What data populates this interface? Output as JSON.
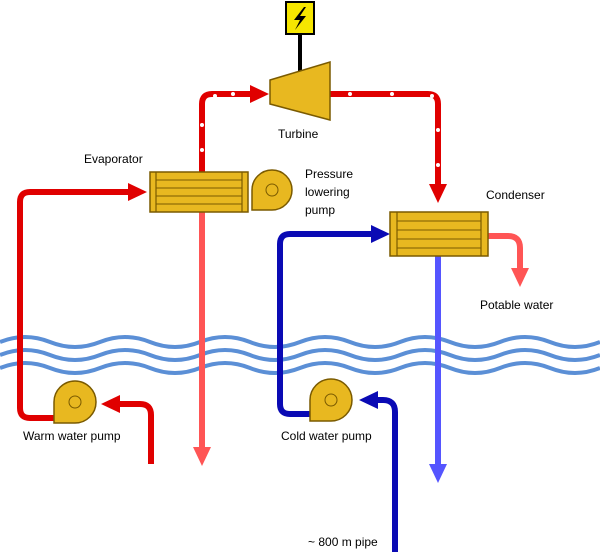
{
  "labels": {
    "turbine": "Turbine",
    "evaporator": "Evaporator",
    "pressure_pump_line1": "Pressure",
    "pressure_pump_line2": "lowering",
    "pressure_pump_line3": "pump",
    "condenser": "Condenser",
    "potable_water": "Potable water",
    "warm_water_pump": "Warm water pump",
    "cold_water_pump": "Cold water pump",
    "pipe_depth": "~ 800 m pipe"
  },
  "colors": {
    "hot_pipe": "#e00000",
    "warm_discharge": "#ff5555",
    "cold_pipe": "#0a0ab4",
    "cold_discharge": "#5555ff",
    "component_fill": "#e8b820",
    "component_stroke": "#7a5a00",
    "ocean_wave": "#5b8fd6",
    "generator_bg": "#f6e600"
  },
  "icons": {
    "generator": "lightning-bolt-icon"
  }
}
